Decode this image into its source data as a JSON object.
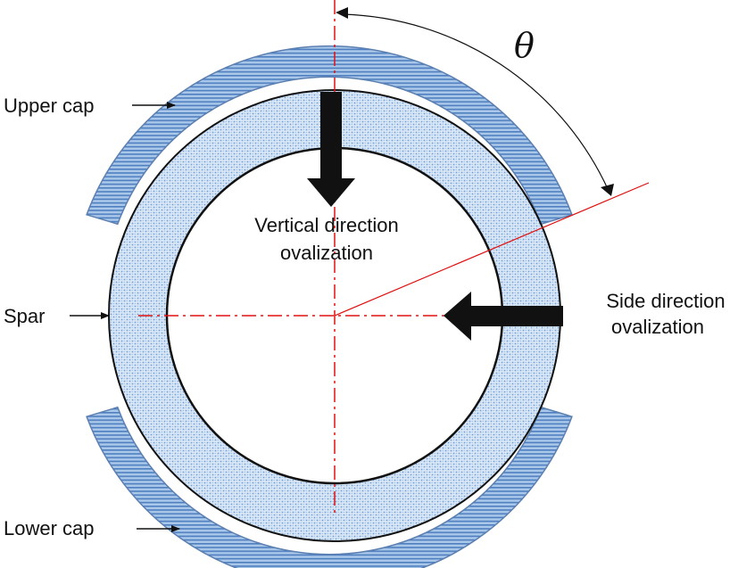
{
  "labels": {
    "upper_cap": "Upper cap",
    "spar": "Spar",
    "lower_cap": "Lower cap",
    "vertical_line1": "Vertical direction",
    "vertical_line2": "ovalization",
    "side_line1": "Side direction",
    "side_line2": "ovalization",
    "angle_symbol": "θ"
  },
  "colors": {
    "cap_fill": "#a9c7e8",
    "cap_stripe": "#4f7fc1",
    "cap_outline": "#5b7fb0",
    "spar_fill": "#d8e6f6",
    "spar_dots": "#6f9fd6",
    "ring_outline": "#111111",
    "centerline": "#e01010",
    "arrow_fill": "#111111"
  }
}
